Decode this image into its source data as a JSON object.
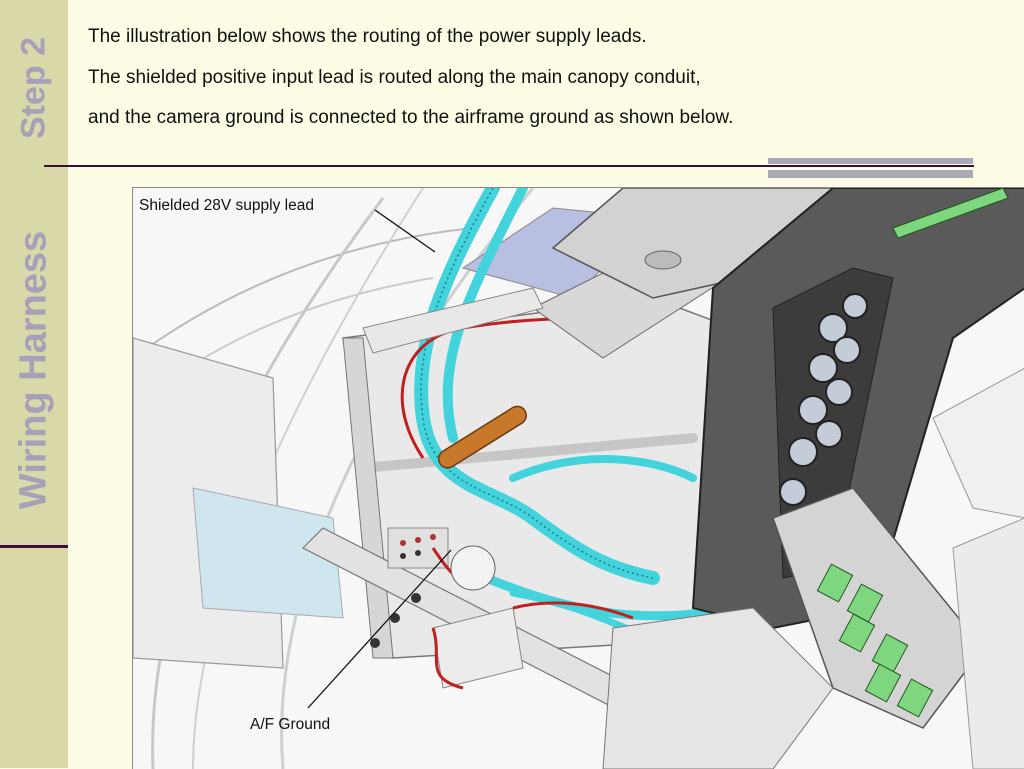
{
  "sidebar": {
    "step": "Step 2",
    "section": "Wiring Harness"
  },
  "text": {
    "line1": "The illustration below shows the routing of the power supply leads.",
    "line2": "The shielded positive input lead is routed along the main canopy conduit,",
    "line3": "and the camera ground is connected to the airframe ground as shown below."
  },
  "figure": {
    "callout_supply": "Shielded 28V supply lead",
    "callout_ground": "A/F Ground"
  },
  "colors": {
    "sidebar": "#d8d8a8",
    "sidebar_text": "#a8a0b8",
    "rule": "#3a0f3a",
    "background": "#fdfde6",
    "conduit": "#43d3dc",
    "wire": "#c0201f",
    "tube": "#c8782a",
    "display": "#7ed67e"
  }
}
